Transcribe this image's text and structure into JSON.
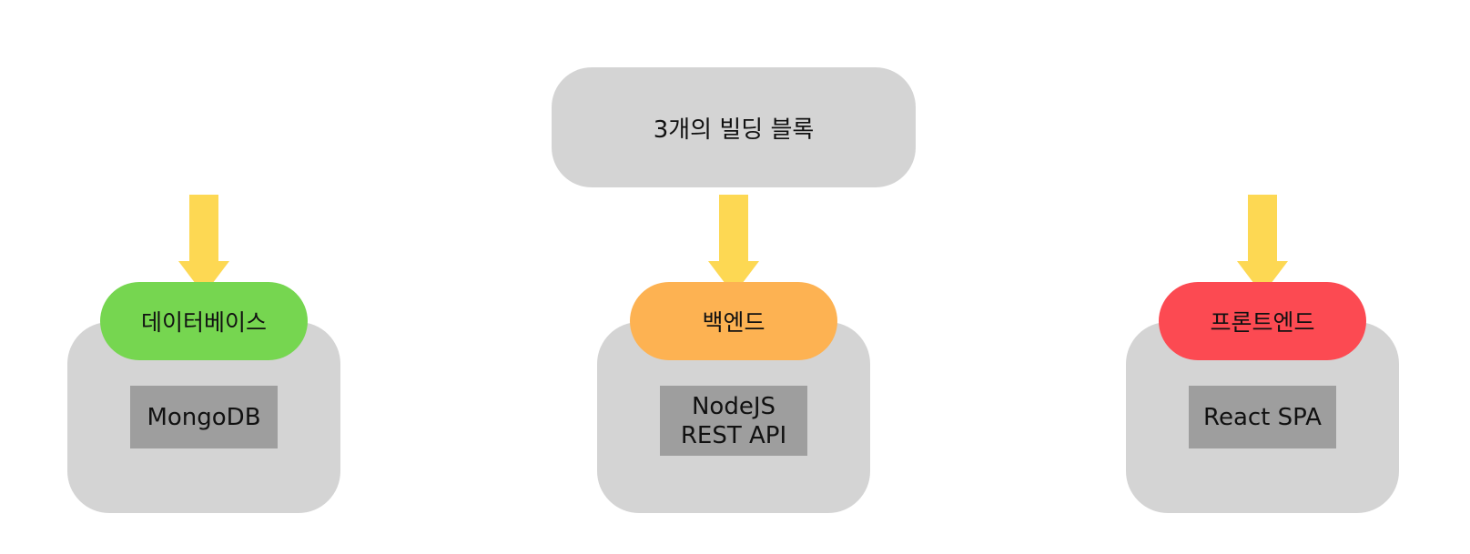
{
  "diagram": {
    "title": "3개의 빌딩 블록",
    "blocks": [
      {
        "label": "데이터베이스",
        "color": "#76d650",
        "tech_lines": [
          "MongoDB"
        ]
      },
      {
        "label": "백엔드",
        "color": "#fdb252",
        "tech_lines": [
          "NodeJS",
          "REST API"
        ]
      },
      {
        "label": "프론트엔드",
        "color": "#fc4a52",
        "tech_lines": [
          "React SPA"
        ]
      }
    ],
    "colors": {
      "arrow": "#fdd853",
      "box_background": "#d4d4d4",
      "tech_background": "#9e9e9e"
    }
  }
}
